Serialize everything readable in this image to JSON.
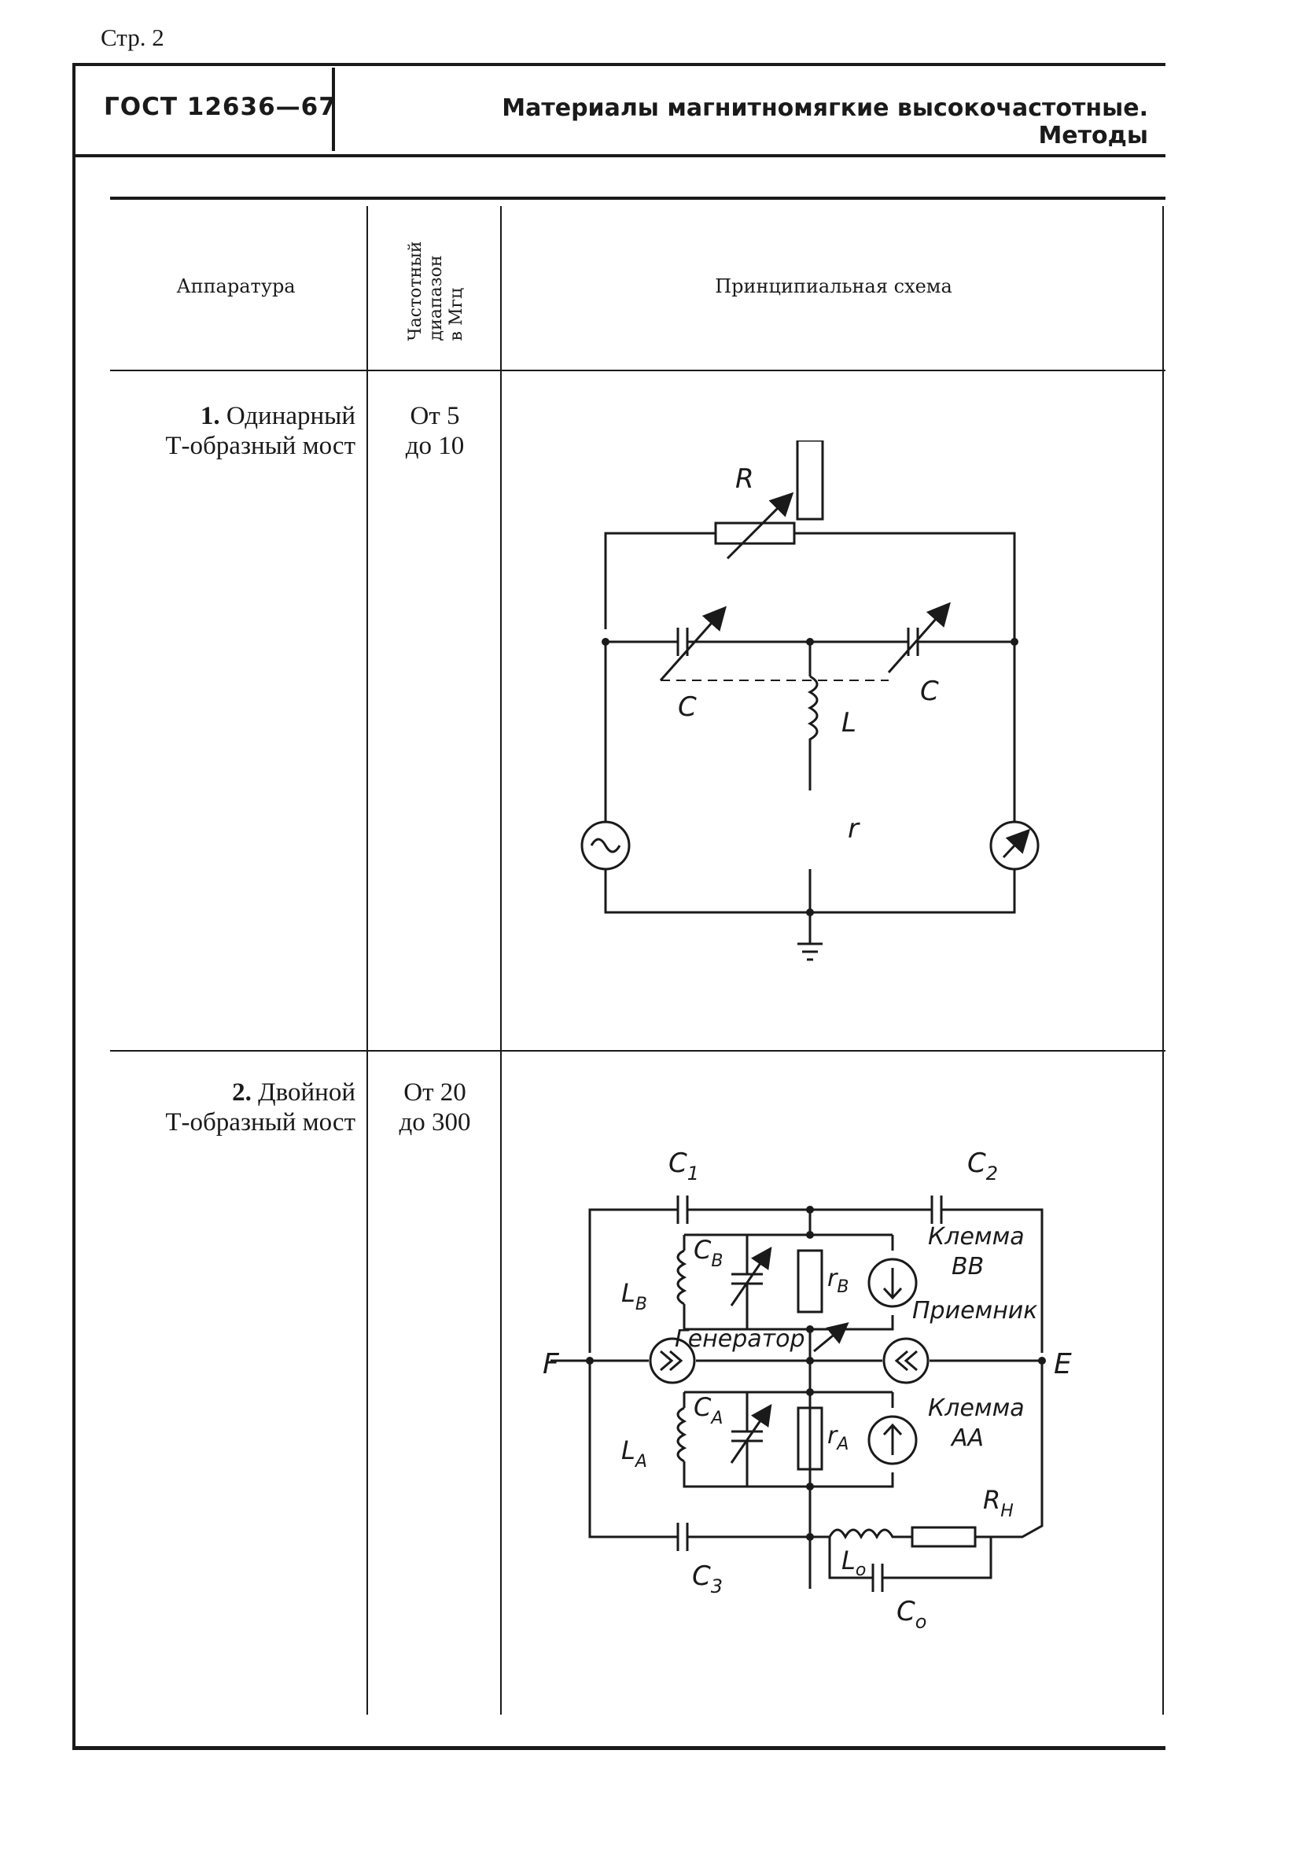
{
  "header": {
    "page_number": "Стр. 2",
    "standard_code": "ГОСТ 12636—67",
    "title": "Материалы магнитномягкие высокочастотные. Методы"
  },
  "table": {
    "columns": {
      "apparatus": "Аппаратура",
      "freq_line1": "Частотный",
      "freq_line2": "диапазон",
      "freq_line3": "в Мгц",
      "schema": "Принципиальная схема"
    },
    "rows": [
      {
        "num": "1.",
        "name_line1": "Одинарный",
        "name_line2": "Т-образный мост",
        "freq_line1": "От 5",
        "freq_line2": "до 10"
      },
      {
        "num": "2.",
        "name_line1": "Двойной",
        "name_line2": "Т-образный мост",
        "freq_line1": "От 20",
        "freq_line2": "до 300"
      }
    ]
  },
  "diagram1": {
    "R": "R",
    "C_left": "C",
    "C_right": "C",
    "L": "L",
    "r": "r"
  },
  "diagram2": {
    "C1": "C",
    "C1_sub": "1",
    "C2": "C",
    "C2_sub": "2",
    "C3": "C",
    "C3_sub": "3",
    "C0": "C",
    "C0_sub": "o",
    "L0": "L",
    "L0_sub": "o",
    "RH": "R",
    "RH_sub": "H",
    "LB": "L",
    "LB_sub": "B",
    "CB": "C",
    "CB_sub": "B",
    "rB": "r",
    "rB_sub": "B",
    "LA": "L",
    "LA_sub": "A",
    "CA": "C",
    "CA_sub": "A",
    "rA": "r",
    "rA_sub": "A",
    "F": "F",
    "E": "E",
    "term_bb_line1": "Клемма",
    "term_bb_line2": "ВВ",
    "term_aa_line1": "Клемма",
    "term_aa_line2": "АА",
    "receiver": "Приемник",
    "generator": "Генератор"
  }
}
